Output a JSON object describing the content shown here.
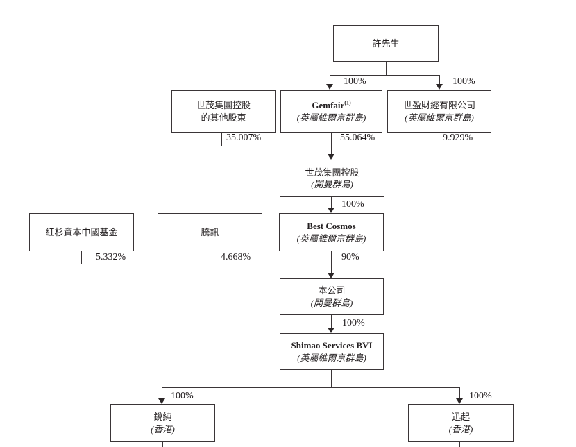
{
  "diagram": {
    "type": "corporate-ownership-structure",
    "background_color": "#ffffff",
    "line_color": "#3a3537",
    "nodes": {
      "mr_xu": {
        "name": "許先生"
      },
      "other_shareholders": {
        "name_line1": "世茂集團控股",
        "name_line2": "的其他股東"
      },
      "gemfair": {
        "name": "Gemfair",
        "footnote": "(1)",
        "jurisdiction": "(英屬維爾京群島)"
      },
      "shiying": {
        "name": "世盈財經有限公司",
        "jurisdiction": "(英屬維爾京群島)"
      },
      "shimao_group": {
        "name": "世茂集團控股",
        "jurisdiction": "(開曼群島)"
      },
      "sequoia": {
        "name": "紅杉資本中國基金"
      },
      "tencent": {
        "name": "騰訊"
      },
      "best_cosmos": {
        "name": "Best Cosmos",
        "jurisdiction": "(英屬維爾京群島)"
      },
      "company": {
        "name": "本公司",
        "jurisdiction": "(開曼群島)"
      },
      "shimao_services_bvi": {
        "name": "Shimao Services BVI",
        "jurisdiction": "(英屬維爾京群島)"
      },
      "ruichun": {
        "name": "銳純",
        "jurisdiction": "(香港)"
      },
      "xunqi": {
        "name": "迅起",
        "jurisdiction": "(香港)"
      }
    },
    "ownership": {
      "xu_to_gemfair": "100%",
      "xu_to_shiying": "100%",
      "others_to_shimao_group": "35.007%",
      "gemfair_to_shimao_group": "55.064%",
      "shiying_to_shimao_group": "9.929%",
      "shimao_group_to_best_cosmos": "100%",
      "sequoia_to_company": "5.332%",
      "tencent_to_company": "4.668%",
      "best_cosmos_to_company": "90%",
      "company_to_shimao_services_bvi": "100%",
      "shimao_services_bvi_to_ruichun": "100%",
      "shimao_services_bvi_to_xunqi": "100%"
    }
  }
}
